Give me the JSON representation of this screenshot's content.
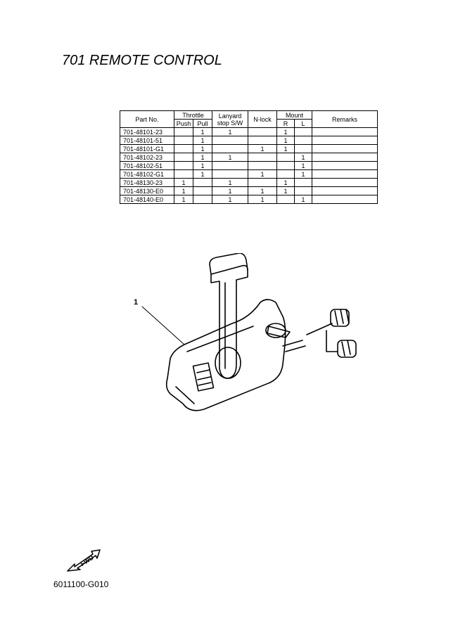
{
  "title": "701 REMOTE CONTROL",
  "table": {
    "headers": {
      "part_no": "Part No.",
      "throttle": "Throttle",
      "push": "Push",
      "pull": "Pull",
      "lanyard_line1": "Lanyard",
      "lanyard_line2": "stop S/W",
      "nlock": "N-lock",
      "mount": "Mount",
      "r": "R",
      "l": "L",
      "remarks": "Remarks"
    },
    "rows": [
      {
        "part": "701-48101-23",
        "push": "",
        "pull": "1",
        "lanyard": "1",
        "nlock": "",
        "r": "1",
        "l": "",
        "remarks": ""
      },
      {
        "part": "701-48101-51",
        "push": "",
        "pull": "1",
        "lanyard": "",
        "nlock": "",
        "r": "1",
        "l": "",
        "remarks": ""
      },
      {
        "part": "701-48101-G1",
        "push": "",
        "pull": "1",
        "lanyard": "",
        "nlock": "1",
        "r": "1",
        "l": "",
        "remarks": ""
      },
      {
        "part": "701-48102-23",
        "push": "",
        "pull": "1",
        "lanyard": "1",
        "nlock": "",
        "r": "",
        "l": "1",
        "remarks": ""
      },
      {
        "part": "701-48102-51",
        "push": "",
        "pull": "1",
        "lanyard": "",
        "nlock": "",
        "r": "",
        "l": "1",
        "remarks": ""
      },
      {
        "part": "701-48102-G1",
        "push": "",
        "pull": "1",
        "lanyard": "",
        "nlock": "1",
        "r": "",
        "l": "1",
        "remarks": ""
      },
      {
        "part": "701-48130-23",
        "push": "1",
        "pull": "",
        "lanyard": "1",
        "nlock": "",
        "r": "1",
        "l": "",
        "remarks": ""
      },
      {
        "part": "701-48130-E0",
        "push": "1",
        "pull": "",
        "lanyard": "1",
        "nlock": "1",
        "r": "1",
        "l": "",
        "remarks": ""
      },
      {
        "part": "701-48140-E0",
        "push": "1",
        "pull": "",
        "lanyard": "1",
        "nlock": "1",
        "r": "",
        "l": "1",
        "remarks": ""
      }
    ]
  },
  "callout_number": "1",
  "fwd_label": "FWD",
  "figure_code": "6011100-G010"
}
